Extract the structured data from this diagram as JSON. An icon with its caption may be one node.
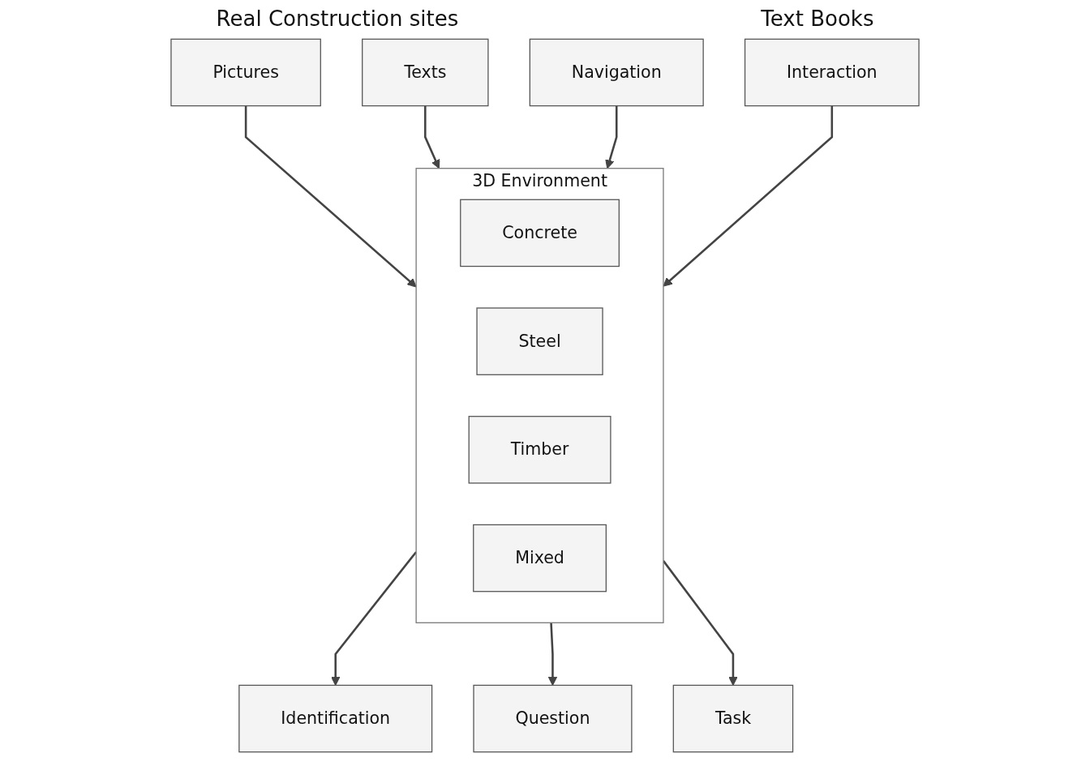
{
  "diagram": {
    "nodes": [
      {
        "text": [
          "Pictures"
        ]
      },
      {
        "text": [
          "Texts"
        ]
      },
      {
        "text": [
          "3D Environment"
        ]
      },
      {
        "text": [
          "Concrete"
        ],
        "in": 2
      },
      {
        "text": [
          "Steel"
        ],
        "in": 2
      },
      {
        "text": [
          "Timber"
        ],
        "in": 2
      },
      {
        "text": [
          "Mixed"
        ],
        "in": 2
      },
      {
        "text": [
          "Navigation"
        ]
      },
      {
        "text": [
          "Interaction"
        ]
      },
      {
        "text": [
          "Identification"
        ]
      },
      {
        "text": [
          "Question"
        ]
      },
      {
        "text": [
          "Task"
        ]
      }
    ],
    "edges": [
      {
        "from": 0,
        "to": 2,
        "arrow": "to"
      },
      {
        "from": 1,
        "to": 2,
        "arrow": "to"
      },
      {
        "from": 7,
        "to": 2,
        "arrow": "to"
      },
      {
        "from": 8,
        "to": 2,
        "arrow": "to"
      },
      {
        "from": 2,
        "to": 9,
        "arrow": "to"
      },
      {
        "from": 2,
        "to": 10,
        "arrow": "to"
      },
      {
        "from": 2,
        "to": 11,
        "arrow": "to"
      }
    ],
    "labels": [
      "Real Construction sites",
      "Text Books"
    ]
  }
}
